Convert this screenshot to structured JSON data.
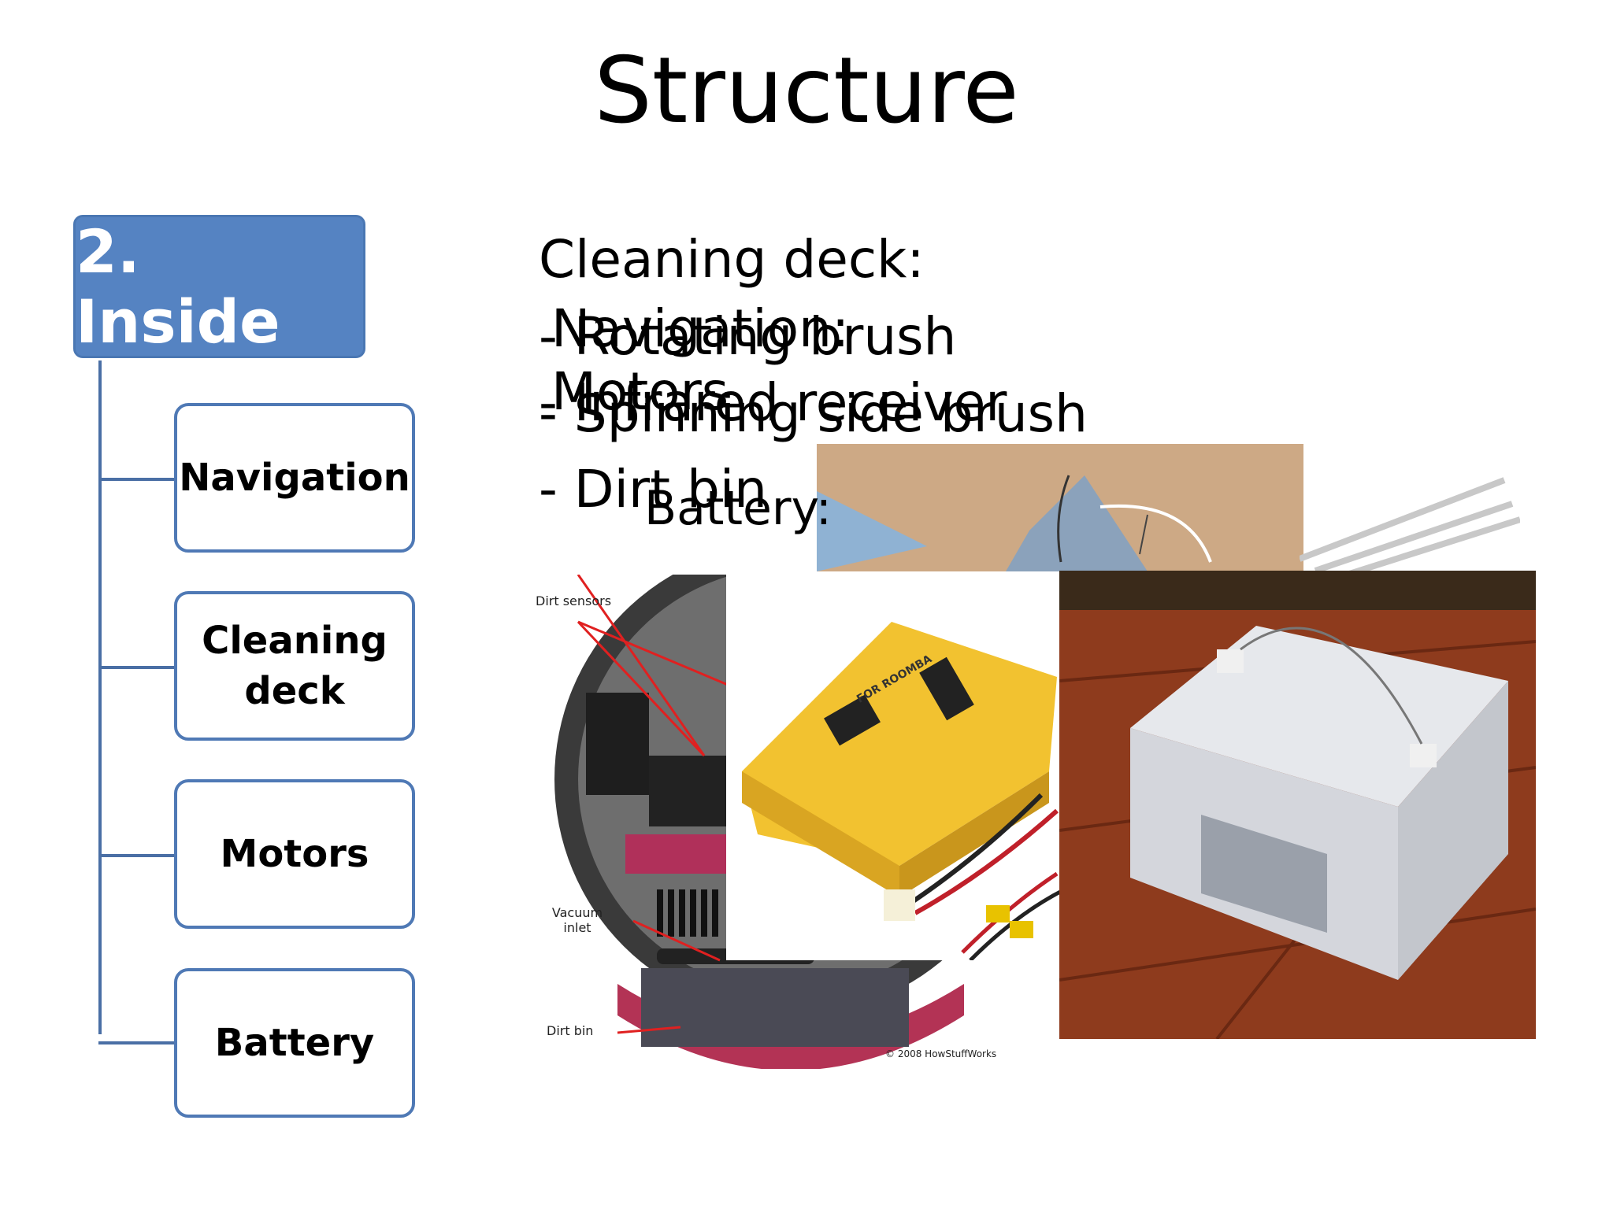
{
  "slide": {
    "title": "Structure",
    "tree": {
      "root": "2. Inside",
      "children": [
        "Navigation",
        "Cleaning deck",
        "Motors",
        "Battery"
      ]
    },
    "overlay_text": {
      "cleaning_heading": "Cleaning deck:",
      "cleaning_items": [
        "-  Rotating brush",
        "-  Spinning side brush",
        "-  Dirt bin"
      ],
      "navigation_heading": "Navigation:",
      "navigation_item": "-  Infrared receiver",
      "motors_heading": "Motors",
      "battery_heading": "Battery:"
    },
    "diagram_labels": {
      "dirt_sensors": "Dirt sensors",
      "vacuum_inlet": "Vacuum inlet",
      "dirt_bin": "Dirt bin",
      "credit": "© 2008 HowStuffWorks"
    },
    "battery_pack_label": "FOR ROOMBA"
  },
  "colors": {
    "root_fill": "#5583c2",
    "box_border": "#4f79b5",
    "connector": "#4a6fa5",
    "battery_yellow": "#f2c230",
    "floor_brown": "#8a3a1c"
  }
}
